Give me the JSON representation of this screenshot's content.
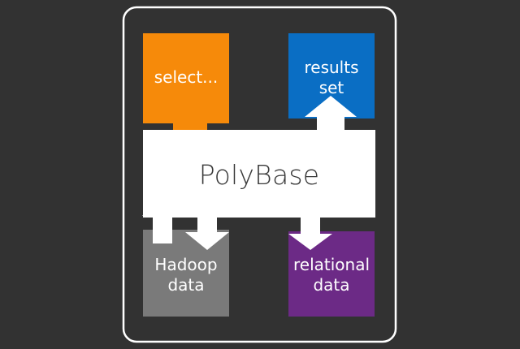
{
  "colors": {
    "background": "#323232",
    "frame": "#ffffff",
    "select_box": "#f68a0a",
    "results_box": "#0a6ec4",
    "polybase_band": "#ffffff",
    "hadoop_box": "#7a7a7a",
    "relational_box": "#6c2a86",
    "label_light": "#ffffff",
    "label_dark": "#3a3a3a"
  },
  "boxes": {
    "select": {
      "label": "select..."
    },
    "results": {
      "line1": "results",
      "line2": "set"
    },
    "polybase": {
      "label": "PolyBase"
    },
    "hadoop": {
      "line1": "Hadoop",
      "line2": "data"
    },
    "relational": {
      "line1": "relational",
      "line2": "data"
    }
  },
  "arrows": [
    {
      "from": "select",
      "to": "polybase",
      "direction": "down"
    },
    {
      "from": "polybase",
      "to": "results",
      "direction": "up"
    },
    {
      "from": "hadoop",
      "to": "polybase",
      "direction": "up"
    },
    {
      "from": "polybase",
      "to": "hadoop",
      "direction": "down"
    },
    {
      "from": "polybase",
      "to": "relational",
      "direction": "down"
    }
  ]
}
